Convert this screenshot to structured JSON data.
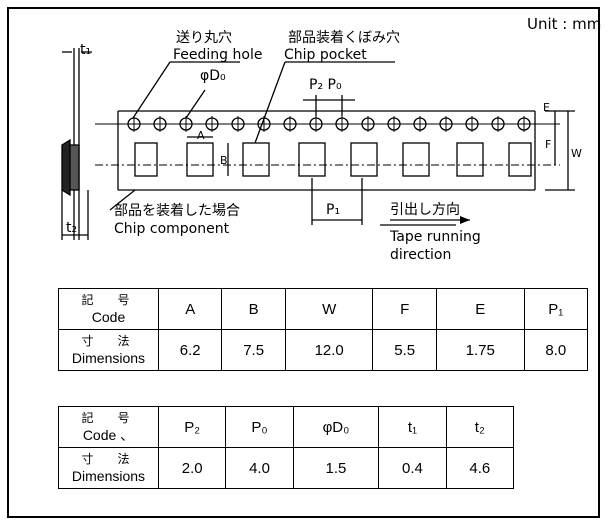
{
  "unit_text": "Unit : mm",
  "labels": {
    "feeding_hole_jp": "送り丸穴",
    "feeding_hole_en": "Feeding hole",
    "d0": "φD₀",
    "chip_pocket_jp": "部品装着くぼみ穴",
    "chip_pocket_en": "Chip pocket",
    "p2p0": "P₂ P₀",
    "p1": "P₁",
    "a": "A",
    "b": "B",
    "e": "E",
    "f": "F",
    "w": "W",
    "t1": "t₁",
    "t2": "t₂",
    "chip_component_jp": "部品を装着した場合",
    "chip_component_en": "Chip component",
    "direction_jp": "引出し方向",
    "direction_en1": "Tape running",
    "direction_en2": "direction"
  },
  "table1": {
    "code_jp": "記　号",
    "code_en": "Code",
    "dim_jp": "寸　法",
    "dim_en": "Dimensions",
    "headers": [
      "A",
      "B",
      "W",
      "F",
      "E",
      "P₁"
    ],
    "values": [
      "6.2",
      "7.5",
      "12.0",
      "5.5",
      "1.75",
      "8.0"
    ]
  },
  "table2": {
    "code_jp": "記　号",
    "code_en": "Code 、",
    "dim_jp": "寸　法",
    "dim_en": "Dimensions",
    "headers": [
      "P₂",
      "P₀",
      "φD₀",
      "t₁",
      "t₂"
    ],
    "values": [
      "2.0",
      "4.0",
      "1.5",
      "0.4",
      "4.6"
    ]
  }
}
